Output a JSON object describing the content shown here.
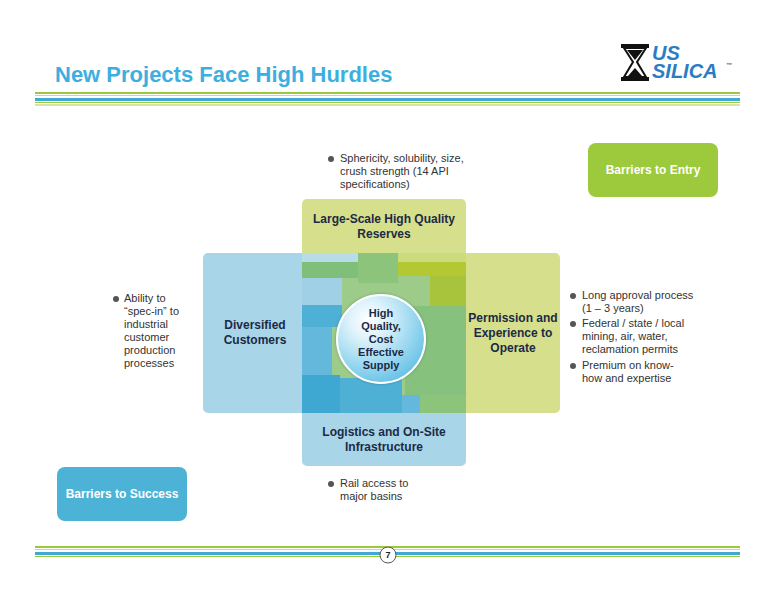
{
  "diagram": {
    "title": "New Projects Face High Hurdles",
    "nodes": [
      {
        "text": [
          "Barriers to Entry"
        ]
      },
      {
        "text": [
          "Large-Scale High Quality Reserves"
        ]
      },
      {
        "text": [
          "Diversified Customers"
        ]
      },
      {
        "text": [
          "High Quality, Cost Effective Supply"
        ]
      },
      {
        "text": [
          "Permission and Experience to Operate"
        ]
      },
      {
        "text": [
          "Logistics and On-Site Infrastructure"
        ]
      },
      {
        "text": [
          "Barriers to Success"
        ]
      }
    ],
    "labels": [
      "US",
      "SILICA",
      "™",
      "Sphericity, solubility, size, crush strength (14 API specifications)",
      "Ability to “spec-in” to industrial customer production processes",
      "Long approval process (1 – 3 years)",
      "Federal / state / local mining, air, water, reclamation permits",
      "Premium on know-how and expertise",
      "Rail access to major basins",
      "7"
    ]
  }
}
